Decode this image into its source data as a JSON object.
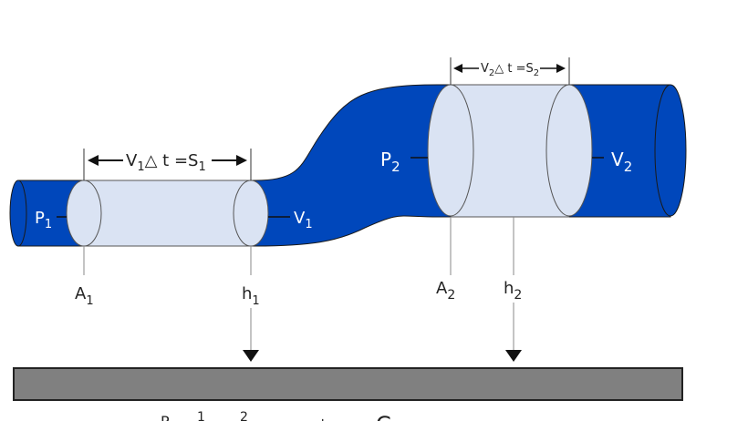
{
  "diagram": {
    "title": "Bernoulli's principle — fluid flow through a pipe of varying cross-section and height",
    "colors": {
      "pipe": "#0047BB",
      "fluid_segment": "#DAE3F3",
      "ground": "#808080",
      "outline": "#1a1a1a",
      "guide_line": "#888888"
    },
    "section1": {
      "displacement_label": {
        "v": "V",
        "v_sub": "1",
        "delta": "△",
        "t": " t =S",
        "s_sub": "1"
      },
      "pressure_label": {
        "main": "P",
        "sub": "1"
      },
      "velocity_label": {
        "main": "V",
        "sub": "1"
      },
      "area_label": {
        "main": "A",
        "sub": "1"
      },
      "height_label": {
        "main": "h",
        "sub": "1"
      }
    },
    "section2": {
      "displacement_label": {
        "v": "V",
        "v_sub": "2",
        "delta": "△",
        "t": " t =S",
        "s_sub": "2"
      },
      "pressure_label": {
        "main": "P",
        "sub": "2"
      },
      "velocity_label": {
        "main": "V",
        "sub": "2"
      },
      "area_label": {
        "main": "A",
        "sub": "2"
      },
      "height_label": {
        "main": "h",
        "sub": "2"
      }
    },
    "equation_fragment": {
      "p": "P",
      "half": "1",
      "sq": "2",
      "plus": "+",
      "c": "C"
    }
  }
}
